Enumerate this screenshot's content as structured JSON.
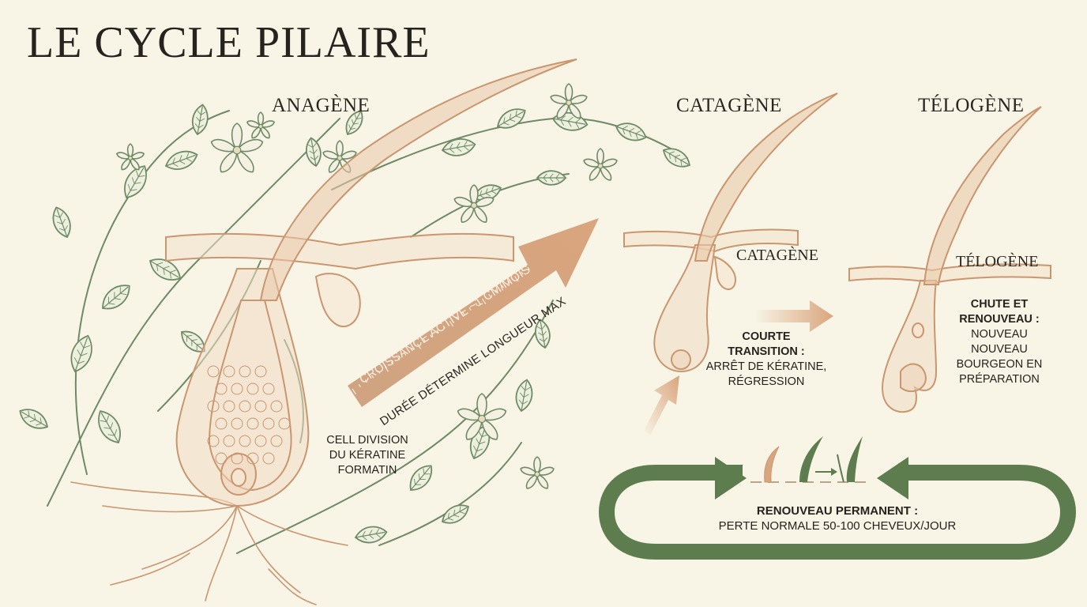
{
  "title": "LE CYCLE PILAIRE",
  "phases": {
    "anagene": {
      "label": "ANAGÈNE",
      "arrow_line1": "CROISSANCE ACTIVE ~1 CM/MOIS",
      "arrow_line2": "DURÉE DÉTERMINE LONGUEUR MAX",
      "cell_note": [
        "CELL DIVISION",
        "DU KÉRATINE",
        "FORMATIN"
      ]
    },
    "catagene": {
      "label": "CATAGÈNE",
      "sub_label": "CATAGÈNE",
      "note_title_1": "COURTE",
      "note_title_2": "TRANSITION :",
      "note_body_1": "ARRÊT DE KÉRATINE,",
      "note_body_2": "RÉGRESSION"
    },
    "telogene": {
      "label": "TÉLOGÈNE",
      "sub_label": "TÉLOGÈNE",
      "note_title_1": "CHUTE ET",
      "note_title_2": "RENOUVEAU :",
      "note_body_1": "NOUVEAU",
      "note_body_2": "NOUVEAU",
      "note_body_3": "BOURGEON EN",
      "note_body_4": "PRÉPARATION"
    }
  },
  "renewal": {
    "title": "RENOUVEAU PERMANENT :",
    "body": "PERTE NORMALE 50-100 CHEVEUX/JOUR"
  },
  "colors": {
    "background": "#f8f4e6",
    "hair_tan": "#c99670",
    "hair_fill": "#f0dcc4",
    "leaf_green": "#6f8a66",
    "arrow_green": "#5e7d4e",
    "ink": "#2a2722"
  },
  "icons": [
    "leaf-icon",
    "flower-icon",
    "hair-follicle-icon",
    "growth-arrow-icon",
    "cycle-arrow-icon",
    "hair-sprout-icon"
  ]
}
